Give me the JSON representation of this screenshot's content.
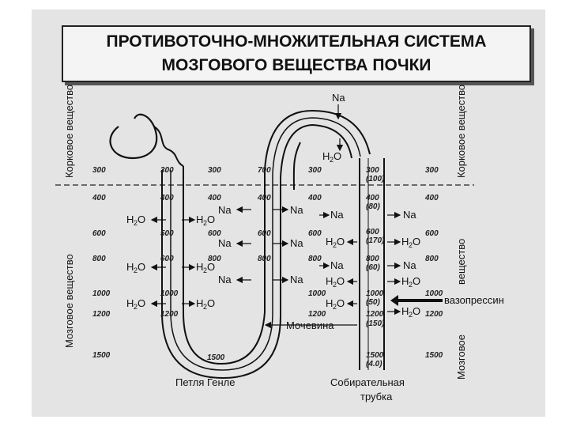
{
  "title": {
    "line1": "ПРОТИВОТОЧНО-МНОЖИТЕЛЬНАЯ СИСТЕМА",
    "line2": "МОЗГОВОГО ВЕЩЕСТВА ПОЧКИ"
  },
  "zones": {
    "cortex_left": "Корковое вещество",
    "medulla_left": "Мозговое вещество",
    "cortex_right": "Корковое вещество",
    "medulla_right_top": "вещество",
    "medulla_right_bottom": "Мозговое"
  },
  "labels": {
    "loop": "Петля Генле",
    "collecting_line1": "Собирательная",
    "collecting_line2": "трубка",
    "vasopressin": "вазопрессин",
    "urea": "Мочевина",
    "na": "Na",
    "h2o_h": "H",
    "h2o_2": "2",
    "h2o_o": "O"
  },
  "osmolarity": {
    "left_scale": [
      "300",
      "400",
      "600",
      "800",
      "1000",
      "1200",
      "1500"
    ],
    "desc_limb": [
      "300",
      "400",
      "500",
      "600",
      "1000",
      "1200"
    ],
    "asc_limb_inner": [
      "300",
      "400",
      "600",
      "800"
    ],
    "asc_limb_outer": [
      "700",
      "400",
      "600",
      "800"
    ],
    "distal": [
      "300",
      "400",
      "600",
      "800",
      "1000",
      "1200"
    ],
    "loop_bottom": "1500",
    "collecting_duct": [
      "300",
      "(100)",
      "400",
      "(80)",
      "600",
      "(170)",
      "800",
      "(60)",
      "1000",
      "(50)",
      "1200",
      "(150)",
      "1500",
      "(4.0)"
    ],
    "right_scale": [
      "300",
      "400",
      "600",
      "800",
      "1000",
      "1200",
      "1500"
    ]
  }
}
